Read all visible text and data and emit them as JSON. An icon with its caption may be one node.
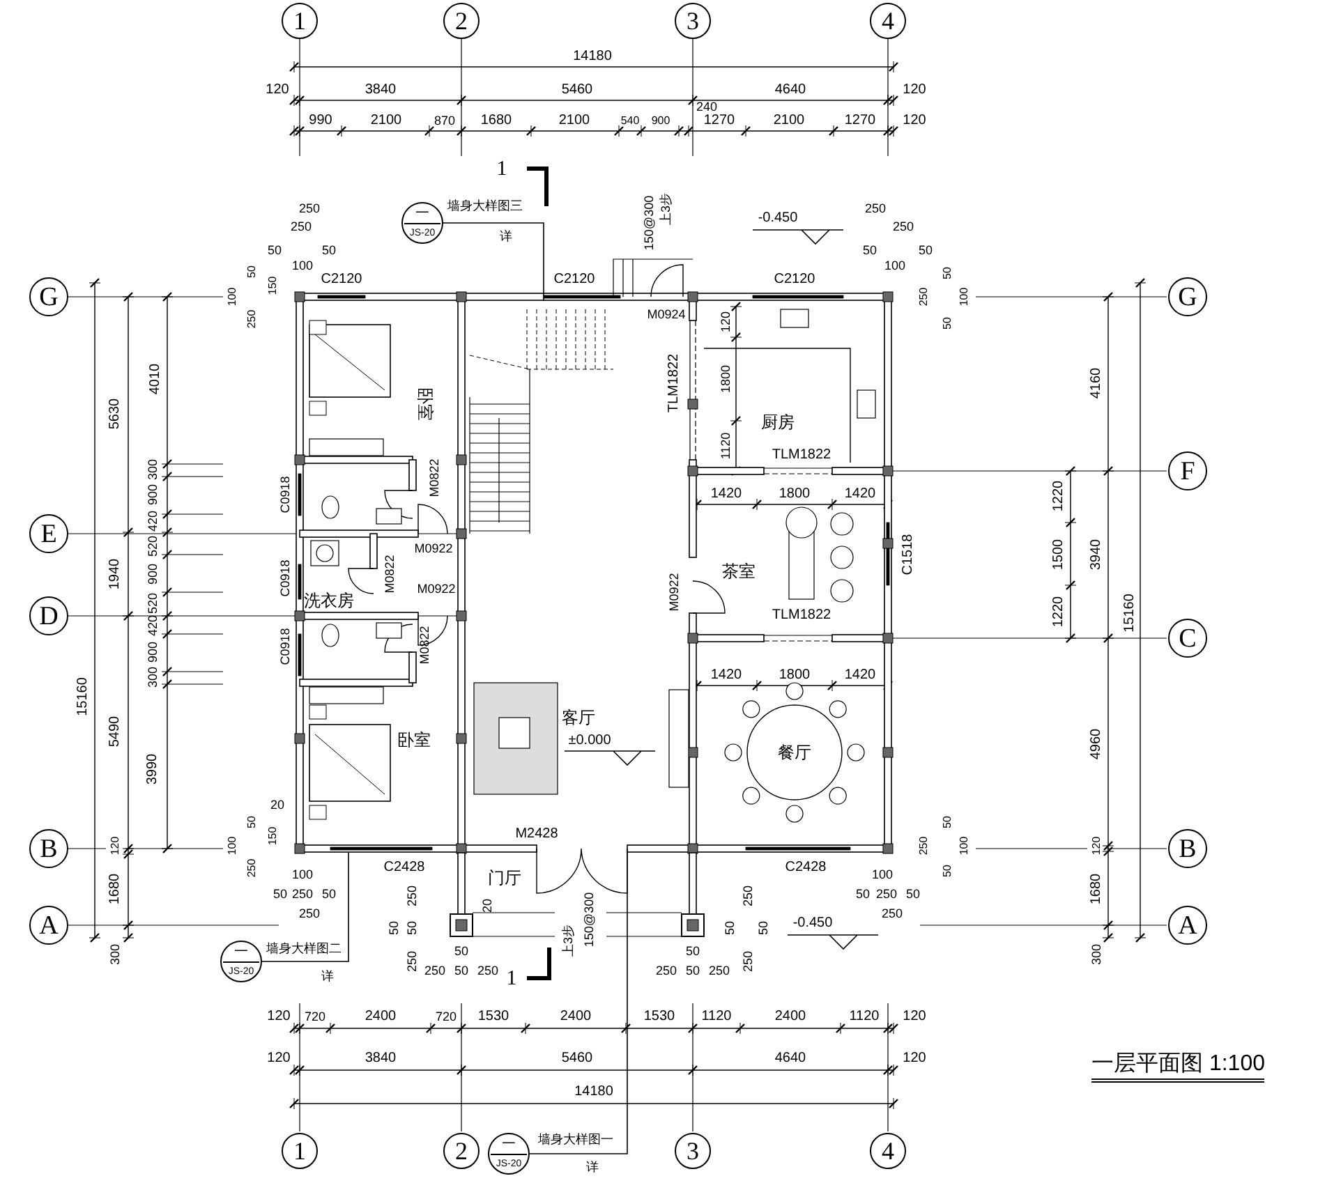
{
  "diagram": {
    "title": "一层平面图 1:100",
    "nodes": [
      {
        "text": [
          "1"
        ]
      },
      {
        "text": [
          "2"
        ]
      },
      {
        "text": [
          "3"
        ]
      },
      {
        "text": [
          "4"
        ]
      },
      {
        "text": [
          "G"
        ]
      },
      {
        "text": [
          "E"
        ]
      },
      {
        "text": [
          "D"
        ]
      },
      {
        "text": [
          "B"
        ]
      },
      {
        "text": [
          "A"
        ]
      },
      {
        "text": [
          "G"
        ]
      },
      {
        "text": [
          "F"
        ]
      },
      {
        "text": [
          "C"
        ]
      },
      {
        "text": [
          "B"
        ]
      },
      {
        "text": [
          "A"
        ]
      },
      {
        "text": [
          "一",
          "JS-20"
        ]
      },
      {
        "text": [
          "卧室"
        ]
      },
      {
        "text": [
          "厨房"
        ]
      },
      {
        "text": [
          "茶室"
        ]
      },
      {
        "text": [
          "洗衣房"
        ]
      },
      {
        "text": [
          "客厅"
        ]
      },
      {
        "text": [
          "卧室"
        ]
      },
      {
        "text": [
          "餐厅"
        ]
      },
      {
        "text": [
          "门厅"
        ]
      },
      {
        "text": [
          "一",
          "JS-20"
        ]
      },
      {
        "text": [
          "1"
        ]
      },
      {
        "text": [
          "2"
        ]
      },
      {
        "text": [
          "3"
        ]
      },
      {
        "text": [
          "4"
        ]
      },
      {
        "text": [
          "一",
          "JS-20"
        ]
      }
    ],
    "edges": [
      {
        "from": 14,
        "to": null,
        "arrow": "none"
      },
      {
        "from": 23,
        "to": null,
        "arrow": "none"
      },
      {
        "from": 28,
        "to": null,
        "arrow": "none"
      }
    ],
    "labels": [
      "14180",
      "120",
      "3840",
      "5460",
      "4640",
      "120",
      "240",
      "990",
      "2100",
      "870",
      "1680",
      "2100",
      "540",
      "900",
      "1270",
      "2100",
      "1270",
      "120",
      "1",
      "250",
      "墙身大样图三",
      "250",
      "-0.450",
      "250",
      "250",
      "详",
      "上3步",
      "150@300",
      "50",
      "50",
      "50",
      "50",
      "100",
      "100",
      "C2120",
      "C2120",
      "C2120",
      "50",
      "150",
      "100",
      "250",
      "50",
      "250",
      "100",
      "50",
      "M0924",
      "120",
      "4010",
      "TLM1822",
      "1800",
      "4160",
      "5630",
      "1120",
      "TLM1822",
      "300",
      "M0822",
      "C0918",
      "900",
      "1420",
      "1800",
      "1420",
      "1220",
      "420",
      "520",
      "M0922",
      "C1518",
      "1500",
      "3940",
      "1940",
      "900",
      "C0918",
      "M0822",
      "M0922",
      "M0922",
      "520",
      "1220",
      "TLM1822",
      "15160",
      "420",
      "15160",
      "C0918",
      "M0822",
      "900",
      "1420",
      "1800",
      "1420",
      "300",
      "5490",
      "±0.000",
      "4960",
      "3990",
      "20",
      "50",
      "150",
      "M2428",
      "50",
      "120",
      "100",
      "250",
      "100",
      "120",
      "250",
      "100",
      "C2428",
      "C2428",
      "100",
      "50",
      "1680",
      "50",
      "250",
      "50",
      "20",
      "250",
      "250",
      "50",
      "250",
      "50",
      "1680",
      "250",
      "250",
      "150@300",
      "50",
      "50",
      "50",
      "50",
      "-0.450",
      "上3步",
      "300",
      "墙身大样图二",
      "250",
      "50",
      "50",
      "250",
      "300",
      "详",
      "250",
      "50",
      "250",
      "1",
      "250",
      "50",
      "250",
      "120",
      "720",
      "2400",
      "720",
      "1530",
      "2400",
      "1530",
      "1120",
      "2400",
      "1120",
      "120",
      "120",
      "3840",
      "5460",
      "4640",
      "120",
      "14180",
      "墙身大样图一",
      "详"
    ]
  }
}
